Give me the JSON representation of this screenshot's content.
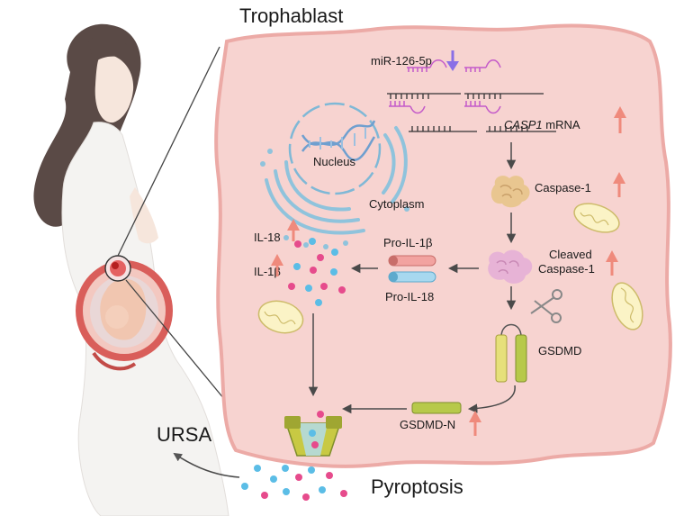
{
  "title": "Trophablast",
  "labels": {
    "mirna": "miR-126-5p",
    "casp1_gene": "CASP1",
    "casp1_suffix": " mRNA",
    "nucleus": "Nucleus",
    "cytoplasm": "Cytoplasm",
    "caspase1": "Caspase-1",
    "cleaved_line1": "Cleaved",
    "cleaved_line2": "Caspase-1",
    "pro_il1b": "Pro-IL-1β",
    "pro_il18": "Pro-IL-18",
    "il18": "IL-18",
    "il1b": "IL-1β",
    "gsdmd": "GSDMD",
    "gsdmd_n": "GSDMD-N",
    "pyroptosis": "Pyroptosis",
    "ursa": "URSA"
  },
  "colors": {
    "cell_fill": "#f7d3d0",
    "cell_stroke": "#ecaaa6",
    "up_arrow": "#ef8a7c",
    "down_arrow": "#8a6fe6",
    "mirna": "#c45ac9",
    "membrane": "#8fc3dc",
    "particle_pink": "#e64b8c",
    "particle_blue": "#5bbde6",
    "gsdmd_yellow": "#e6e07a",
    "gsdmd_green": "#b7c94a",
    "pore": "#9fa632"
  },
  "indicators": {
    "mirna": "down",
    "casp1_mrna": "up",
    "caspase1": "up",
    "cleaved_caspase1": "up",
    "il18": "up",
    "il1b": "up",
    "gsdmd_n": "up"
  }
}
